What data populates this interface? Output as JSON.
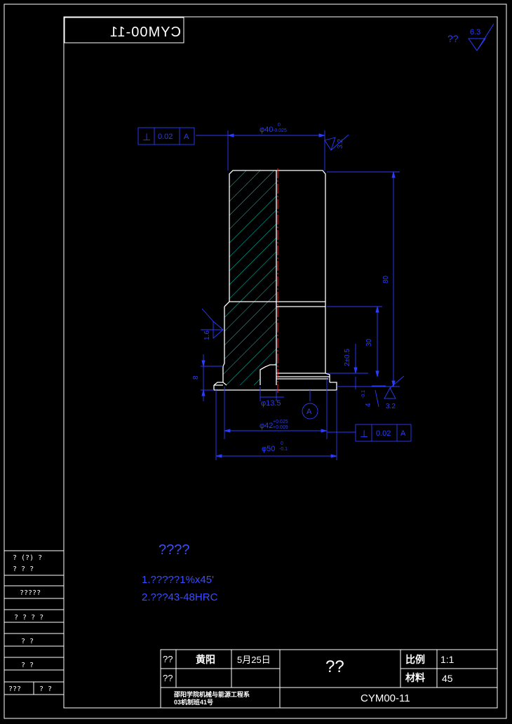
{
  "colors": {
    "background": "#000000",
    "frame": "#ffffff",
    "part": "#ffffff",
    "hatch": "#00d0c0",
    "dimension": "#2a3cff",
    "centerline": "#ff2020",
    "notes": "#3a4cff"
  },
  "title_block_top": {
    "code_mirrored": "CYM00-11"
  },
  "roughness": {
    "label": "??",
    "value": "6.3"
  },
  "dimensions": {
    "top_diameter": "φ40",
    "top_tol_upper": "0",
    "top_tol_lower": "-0.025",
    "roughness_top": "3.2",
    "roughness_left": "1.6",
    "roughness_bottom": "3.2",
    "height_total": "80",
    "height_mid": "30",
    "groove_width": "2±0.5",
    "flange_height": "8",
    "flange_small": "4",
    "flange_small_tol": "-0.1",
    "bottom_hole": "φ13.5",
    "datum": "A",
    "bore_diameter": "φ42",
    "bore_tol_upper": "+0.025",
    "bore_tol_lower": "+0.009",
    "outer_diameter": "φ50",
    "outer_tol_upper": "0",
    "outer_tol_lower": "-0.1"
  },
  "tolerance_frames": [
    {
      "symbol": "⊥",
      "value": "0.02",
      "datum": "A"
    },
    {
      "symbol": "⊥",
      "value": "0.02",
      "datum": "A"
    }
  ],
  "notes": {
    "heading": "????",
    "line1": "1.?????1%x45'",
    "line2": "2.???43-48HRC"
  },
  "left_panel": {
    "row1a": "?  (?)  ?",
    "row1b": "?    ?    ?",
    "row2": "?????",
    "row3": "? ? ? ?",
    "row4": "?    ?",
    "row5": "?    ?",
    "row6a": "???",
    "row6b": "?  ?"
  },
  "title_block": {
    "role1": "??",
    "role2": "??",
    "name": "黄阳",
    "date": "5月25日",
    "part_name": "??",
    "scale_label": "比例",
    "scale_value": "1:1",
    "material_label": "材料",
    "material_value": "45",
    "school_line1": "邵阳学院机械与能源工程系",
    "school_line2": "03机制班41号",
    "drawing_code": "CYM00-11"
  }
}
